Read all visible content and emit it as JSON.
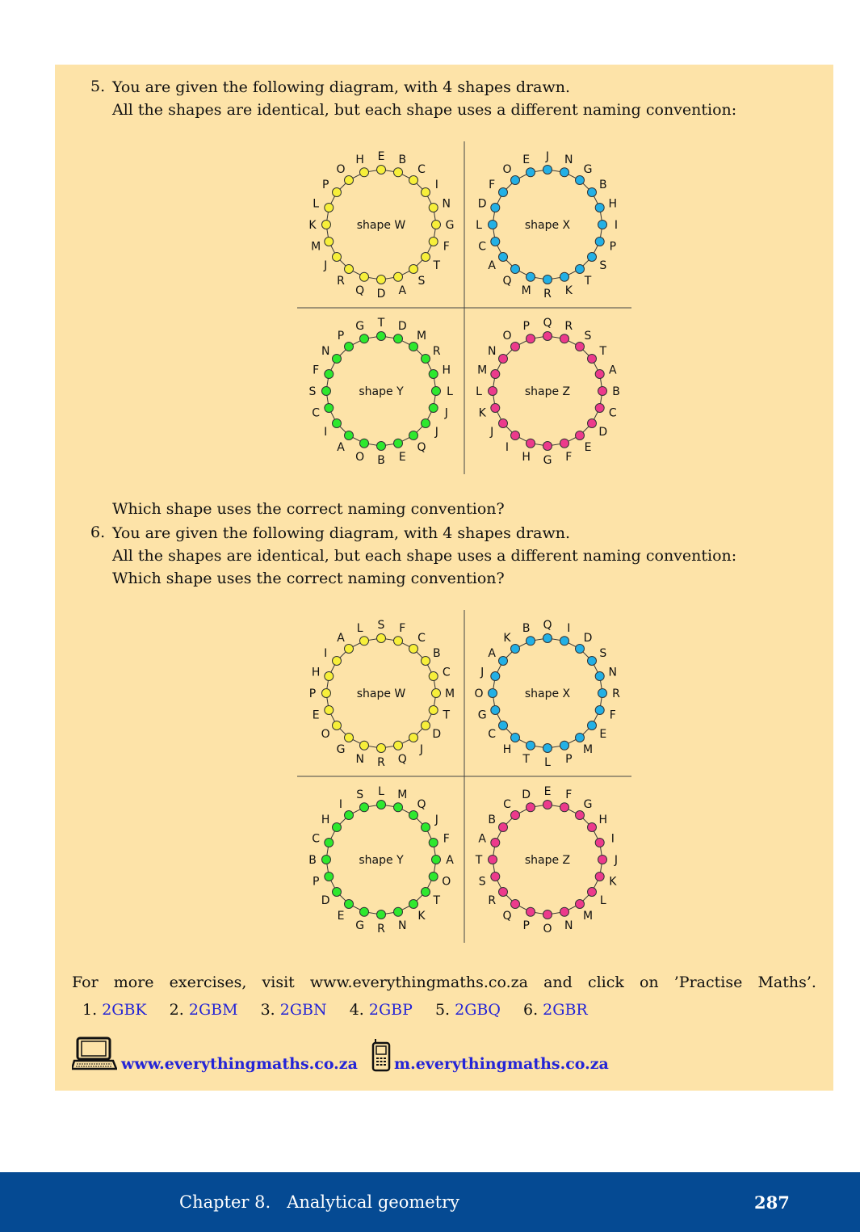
{
  "q5": {
    "number": "5.",
    "line1": "You are given the following diagram, with 4 shapes drawn.",
    "line2": "All the shapes are identical, but each shape uses a different naming convention:",
    "question": "Which shape uses the correct naming convention?"
  },
  "q6": {
    "number": "6.",
    "line1": "You are given the following diagram, with 4 shapes drawn.",
    "line2": "All the shapes are identical, but each shape uses a different naming convention:",
    "question": "Which shape uses the correct naming convention?"
  },
  "colors": {
    "yellow": "#f7ef3a",
    "blue": "#23b0e5",
    "green": "#2ee82e",
    "pink": "#ec3a8c"
  },
  "diagram1": [
    {
      "label": "shape W",
      "color": "yellow",
      "vertices": [
        "E",
        "B",
        "C",
        "I",
        "N",
        "G",
        "F",
        "T",
        "S",
        "A",
        "D",
        "Q",
        "R",
        "J",
        "M",
        "K",
        "L",
        "P",
        "O",
        "H"
      ]
    },
    {
      "label": "shape X",
      "color": "blue",
      "vertices": [
        "J",
        "N",
        "G",
        "B",
        "H",
        "I",
        "P",
        "S",
        "T",
        "K",
        "R",
        "M",
        "Q",
        "A",
        "C",
        "L",
        "D",
        "F",
        "O",
        "E"
      ]
    },
    {
      "label": "shape Y",
      "color": "green",
      "vertices": [
        "T",
        "D",
        "M",
        "R",
        "H",
        "L",
        "J",
        "J",
        "Q",
        "E",
        "B",
        "O",
        "A",
        "I",
        "C",
        "S",
        "F",
        "N",
        "P",
        "G"
      ]
    },
    {
      "label": "shape Z",
      "color": "pink",
      "vertices": [
        "Q",
        "R",
        "S",
        "T",
        "A",
        "B",
        "C",
        "D",
        "E",
        "F",
        "G",
        "H",
        "I",
        "J",
        "K",
        "L",
        "M",
        "N",
        "O",
        "P"
      ]
    }
  ],
  "diagram2": [
    {
      "label": "shape W",
      "color": "yellow",
      "vertices": [
        "S",
        "F",
        "C",
        "B",
        "C",
        "M",
        "T",
        "D",
        "J",
        "Q",
        "R",
        "N",
        "G",
        "O",
        "E",
        "P",
        "H",
        "I",
        "A",
        "L"
      ]
    },
    {
      "label": "shape X",
      "color": "blue",
      "vertices": [
        "Q",
        "I",
        "D",
        "S",
        "N",
        "R",
        "F",
        "E",
        "M",
        "P",
        "L",
        "T",
        "H",
        "C",
        "G",
        "O",
        "J",
        "A",
        "K",
        "B"
      ]
    },
    {
      "label": "shape Y",
      "color": "green",
      "vertices": [
        "L",
        "M",
        "Q",
        "J",
        "F",
        "A",
        "O",
        "T",
        "K",
        "N",
        "R",
        "G",
        "E",
        "D",
        "P",
        "B",
        "C",
        "H",
        "I",
        "S"
      ]
    },
    {
      "label": "shape Z",
      "color": "pink",
      "vertices": [
        "E",
        "F",
        "G",
        "H",
        "I",
        "J",
        "K",
        "L",
        "M",
        "N",
        "O",
        "P",
        "Q",
        "R",
        "S",
        "T",
        "A",
        "B",
        "C",
        "D"
      ]
    }
  ],
  "more": {
    "words": [
      "For",
      "more",
      "exercises,",
      "visit",
      "www.everythingmaths.co.za",
      "and",
      "click",
      "on",
      "’Practise",
      "Maths’."
    ],
    "codes": [
      {
        "num": "1.",
        "code": "2GBK"
      },
      {
        "num": "2.",
        "code": "2GBM"
      },
      {
        "num": "3.",
        "code": "2GBN"
      },
      {
        "num": "4.",
        "code": "2GBP"
      },
      {
        "num": "5.",
        "code": "2GBQ"
      },
      {
        "num": "6.",
        "code": "2GBR"
      }
    ]
  },
  "links": {
    "web": "www.everythingmaths.co.za",
    "mobile": "m.everythingmaths.co.za"
  },
  "footer": {
    "chapter": "Chapter 8.   Analytical geometry",
    "page": "287"
  }
}
